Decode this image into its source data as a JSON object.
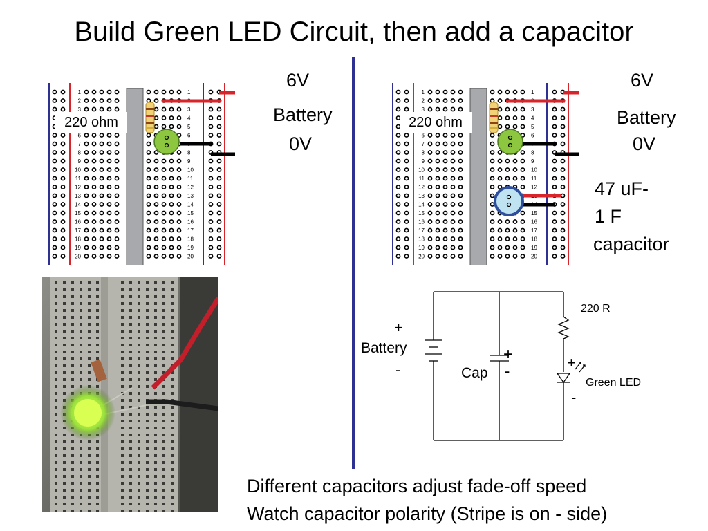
{
  "title": "Build Green LED Circuit, then add a capacitor",
  "left_panel": {
    "v6": "6V",
    "battery": "Battery",
    "v0": "0V",
    "resistor_label": "220 ohm"
  },
  "right_panel": {
    "v6": "6V",
    "battery": "Battery",
    "v0": "0V",
    "resistor_label": "220 ohm",
    "capacitor_line1": "47 uF-",
    "capacitor_line2": "1 F",
    "capacitor_line3": "capacitor"
  },
  "row_numbers": [
    "1",
    "2",
    "3",
    "4",
    "5",
    "6",
    "7",
    "8",
    "9",
    "10",
    "11",
    "12",
    "13",
    "14",
    "15",
    "16",
    "17",
    "18",
    "19",
    "20"
  ],
  "schematic": {
    "battery_plus": "+",
    "battery_label": "Battery",
    "battery_minus": "-",
    "cap_plus": "+",
    "cap_label": "Cap",
    "cap_minus": "-",
    "resistor_label": "220 R",
    "led_plus": "+",
    "led_label": "Green LED",
    "led_minus": "-"
  },
  "notes": {
    "line1": "Different capacitors adjust fade-off speed",
    "line2": "Watch capacitor polarity (Stripe is on - side)"
  },
  "colors": {
    "red_wire": "#d7252b",
    "black_wire": "#000000",
    "rail_blue": "#2e3192",
    "led_green": "#8dc63f",
    "capacitor_blue": "#2e4f9e"
  }
}
